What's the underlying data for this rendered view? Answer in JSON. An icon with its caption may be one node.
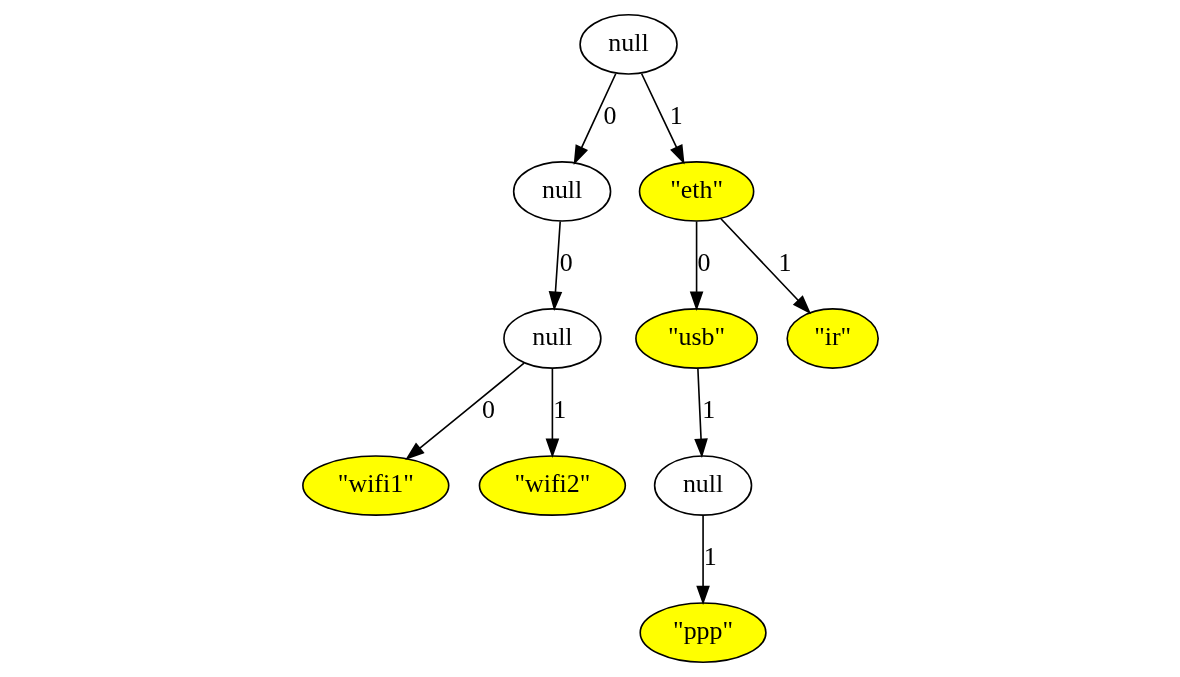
{
  "diagram": {
    "nodes": [
      {
        "text": [
          "null"
        ]
      },
      {
        "text": [
          "null"
        ]
      },
      {
        "text": [
          "\"eth\""
        ]
      },
      {
        "text": [
          "null"
        ]
      },
      {
        "text": [
          "\"usb\""
        ]
      },
      {
        "text": [
          "\"ir\""
        ]
      },
      {
        "text": [
          "\"wifi1\""
        ]
      },
      {
        "text": [
          "\"wifi2\""
        ]
      },
      {
        "text": [
          "null"
        ]
      },
      {
        "text": [
          "\"ppp\""
        ]
      }
    ],
    "edges": [
      {
        "from": 0,
        "to": 1,
        "arrow": "to",
        "label": "0"
      },
      {
        "from": 0,
        "to": 2,
        "arrow": "to",
        "label": "1"
      },
      {
        "from": 1,
        "to": 3,
        "arrow": "to",
        "label": "0"
      },
      {
        "from": 2,
        "to": 4,
        "arrow": "to",
        "label": "0"
      },
      {
        "from": 2,
        "to": 5,
        "arrow": "to",
        "label": "1"
      },
      {
        "from": 3,
        "to": 6,
        "arrow": "to",
        "label": "0"
      },
      {
        "from": 3,
        "to": 7,
        "arrow": "to",
        "label": "1"
      },
      {
        "from": 4,
        "to": 8,
        "arrow": "to",
        "label": "1"
      },
      {
        "from": 8,
        "to": 9,
        "arrow": "to",
        "label": "1"
      }
    ]
  }
}
